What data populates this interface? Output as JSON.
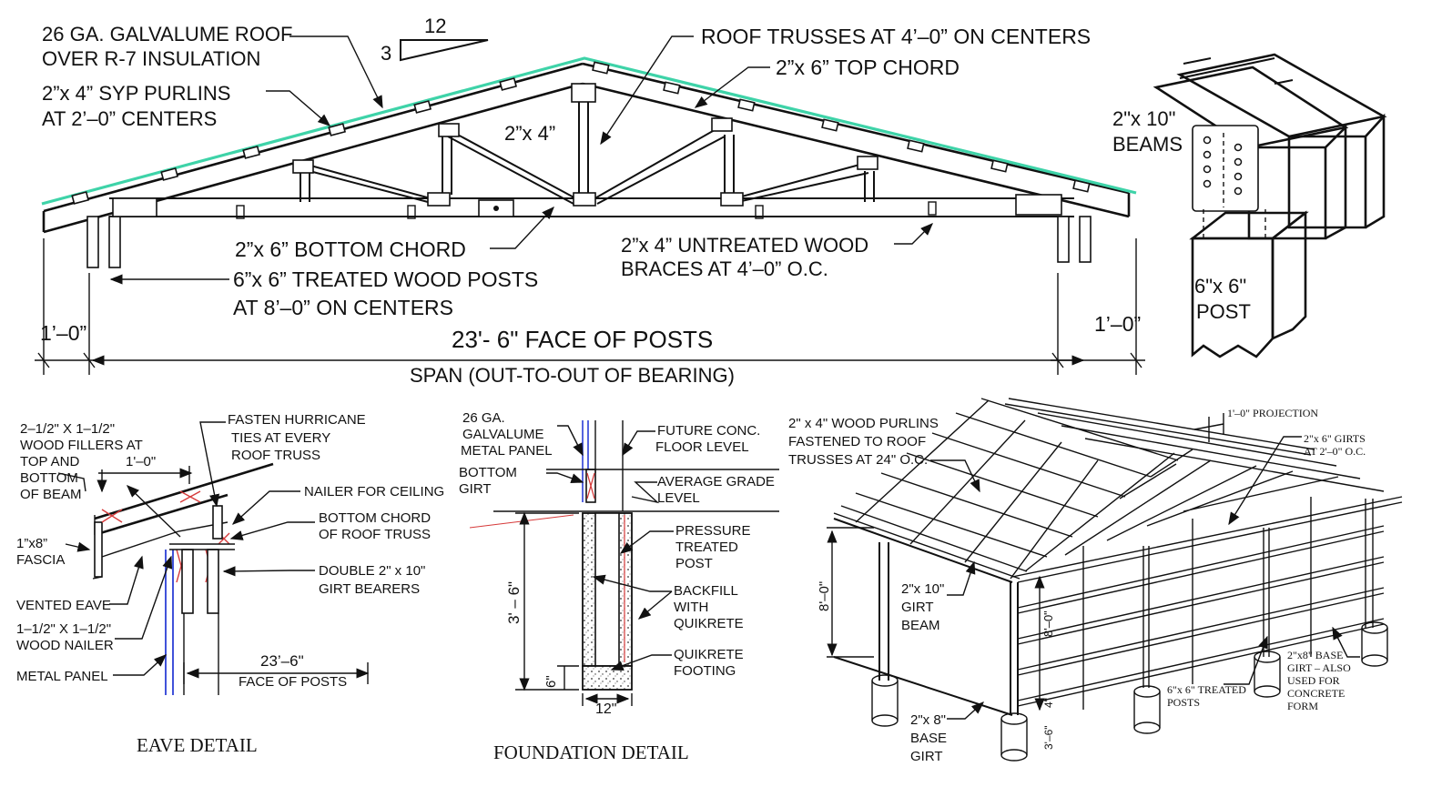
{
  "colors": {
    "roof_line": "#3ed3a8",
    "ink": "#111111",
    "red_mark": "#d63a3a",
    "panel_blue": "#2c3fd6"
  },
  "truss_elevation": {
    "roofing": "26 GA. GALVALUME ROOF",
    "insulation": "OVER R-7 INSULATION",
    "pitch_run": "12",
    "pitch_rise": "3",
    "purlins_1": "2”x 4” SYP PURLINS",
    "purlins_2": "AT 2’–0” CENTERS",
    "trusses": "ROOF TRUSSES AT 4’–0” ON CENTERS",
    "top_chord": "2”x 6” TOP CHORD",
    "web": "2”x 4”",
    "bottom_chord": "2”x 6” BOTTOM CHORD",
    "braces_1": "2”x 4” UNTREATED WOOD",
    "braces_2": "BRACES AT 4’–0” O.C.",
    "posts_1": "6”x 6” TREATED WOOD POSTS",
    "posts_2": "AT 8’–0” ON CENTERS",
    "overhang_left": "1’–0”",
    "overhang_right": "1’–0”",
    "face_of_posts": "23'- 6\" FACE OF POSTS",
    "span": "SPAN  (OUT-TO-OUT OF BEARING)"
  },
  "beam_detail": {
    "beams_1": "2\"x 10\"",
    "beams_2": "BEAMS",
    "post_1": "6\"x 6\"",
    "post_2": "POST"
  },
  "eave_detail": {
    "title": "EAVE  DETAIL",
    "fillers_1": "2–1/2\" X 1–1/2\"",
    "fillers_2": "WOOD FILLERS AT",
    "fillers_3": "TOP AND",
    "fillers_4": "BOTTOM",
    "fillers_5": "OF BEAM",
    "spacing": "1'–0\"",
    "hurricane_1": "FASTEN  HURRICANE",
    "hurricane_2": "TIES AT EVERY",
    "hurricane_3": "ROOF TRUSS",
    "nailer_ceiling": "NAILER FOR CEILING",
    "bottom_chord_1": "BOTTOM  CHORD",
    "bottom_chord_2": "OF ROOF TRUSS",
    "fascia_1": "1”x8”",
    "fascia_2": "FASCIA",
    "girt_1": "DOUBLE 2\" x 10\"",
    "girt_2": "GIRT BEARERS",
    "vented_eave": "VENTED  EAVE",
    "wood_nailer_1": "1–1/2\" X 1–1/2\"",
    "wood_nailer_2": "WOOD NAILER",
    "metal_panel": "METAL PANEL",
    "dim": "23’–6\"",
    "dim_label": "FACE OF POSTS"
  },
  "foundation_detail": {
    "title": "FOUNDATION  DETAIL",
    "panel_1": "26  GA.",
    "panel_2": "GALVALUME",
    "panel_3": "METAL PANEL",
    "girt_1": "BOTTOM",
    "girt_2": "GIRT",
    "floor_1": "FUTURE  CONC.",
    "floor_2": "FLOOR LEVEL",
    "grade_1": "AVERAGE GRADE",
    "grade_2": "LEVEL",
    "post_1": "PRESSURE",
    "post_2": "TREATED",
    "post_3": "POST",
    "backfill_1": "BACKFILL",
    "backfill_2": "WITH",
    "backfill_3": "QUIKRETE",
    "footing_1": "QUIKRETE",
    "footing_2": "FOOTING",
    "depth": "3' – 6\"",
    "footing_depth": "6\"",
    "width": "12\""
  },
  "iso_view": {
    "purlins_1": "2\" x 4\" WOOD PURLINS",
    "purlins_2": "FASTENED TO ROOF",
    "purlins_3": "TRUSSES AT 24\" O.C.",
    "projection": "1'–0\"  PROJECTION",
    "girts_1": "2\"x 6\"  GIRTS",
    "girts_2": "AT 2'–0\" O.C.",
    "wall_height": "8'–0\"",
    "wall_height_2": "8'–0\"",
    "girt_beam_1": "2\"x 10\"",
    "girt_beam_2": "GIRT",
    "girt_beam_3": "BEAM",
    "base_girt_1": "2\"x 8\"",
    "base_girt_2": "BASE",
    "base_girt_3": "GIRT",
    "posts_1": "6\"x 6\" TREATED",
    "posts_2": "POSTS",
    "base_note_1": "2\"x8\"  BASE",
    "base_note_2": "GIRT – ALSO",
    "base_note_3": "USED FOR",
    "base_note_4": "CONCRETE",
    "base_note_5": "FORM",
    "embed": "3'–6\"",
    "embed_2": "4\""
  }
}
